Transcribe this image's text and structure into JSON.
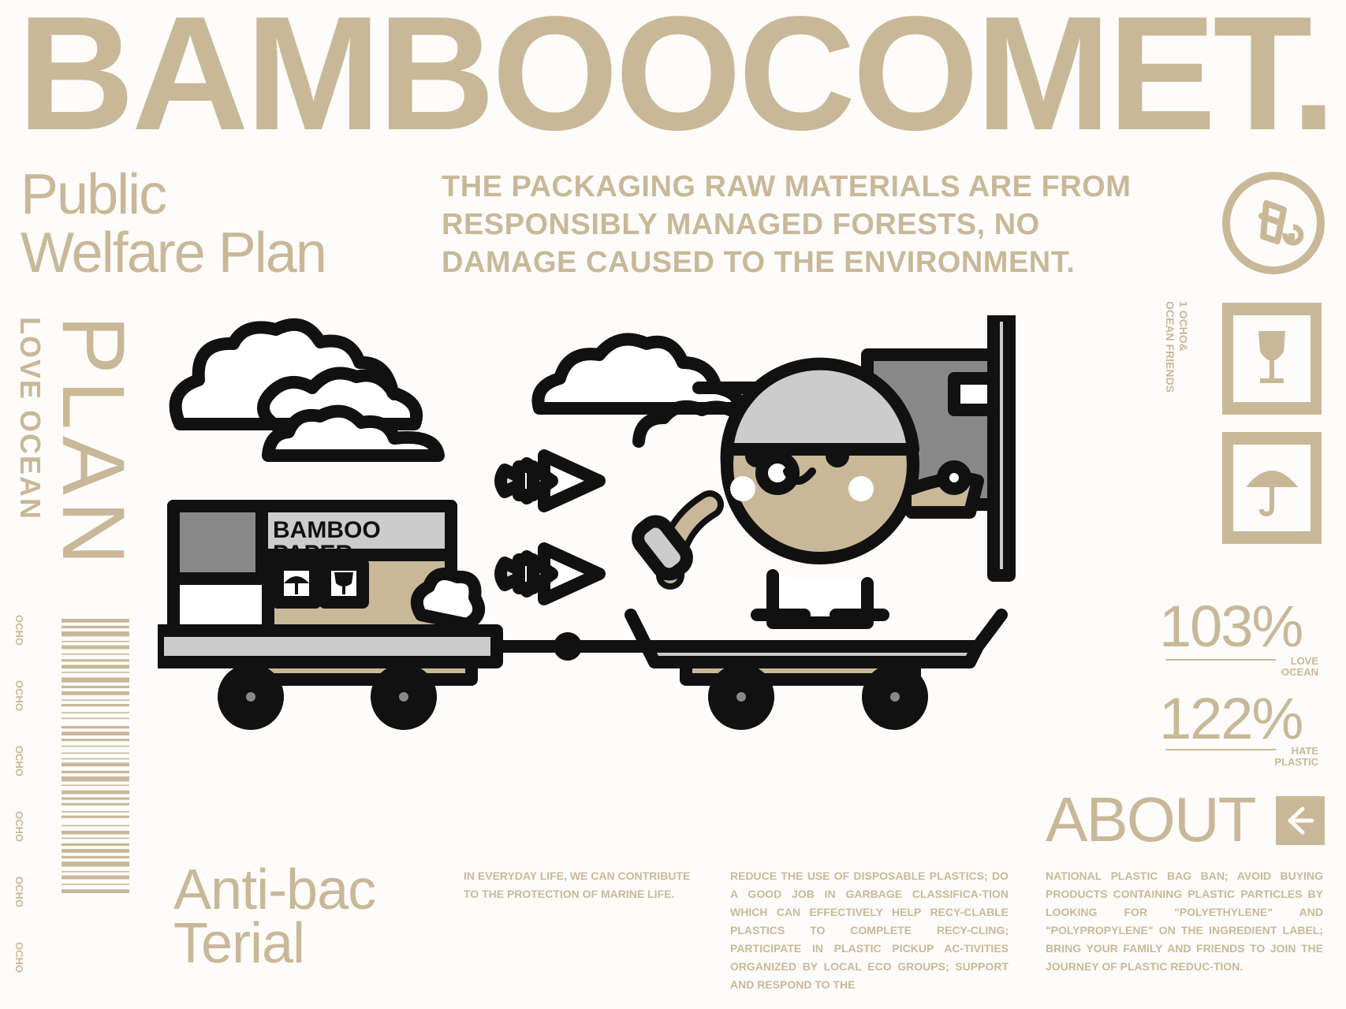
{
  "brand": {
    "title": "BAMBOOCOMET."
  },
  "subtitle": {
    "line1": "Public",
    "line2": "Welfare Plan"
  },
  "headline": {
    "line1": "THE PACKAGING RAW MATERIALS ARE FROM",
    "line2": "RESPONSIBLY MANAGED FORESTS, NO",
    "line3": "DAMAGE CAUSED TO THE ENVIRONMENT."
  },
  "vertical": {
    "plan": "PLAN",
    "love_ocean": "LOVE OCEAN",
    "ocho": "OCHO"
  },
  "right_vertical": {
    "line1": "1 OCHO&",
    "line2": "OCEAN FRIENDS"
  },
  "truck": {
    "sign_line1": "BAMBOO",
    "sign_line2": "PAPER."
  },
  "stats": [
    {
      "value": "103%",
      "label_line1": "LOVE",
      "label_line2": "OCEAN"
    },
    {
      "value": "122%",
      "label_line1": "HATE",
      "label_line2": "PLASTIC"
    }
  ],
  "about": {
    "label": "ABOUT"
  },
  "antibac": {
    "line1": "Anti-bac",
    "line2": "Terial"
  },
  "columns": {
    "col1": "IN EVERYDAY LIFE, WE CAN CONTRIBUTE TO THE PROTECTION OF MARINE LIFE.",
    "col2": "REDUCE THE USE OF DISPOSABLE PLASTICS; DO A GOOD JOB IN GARBAGE CLASSIFICA-TION WHICH CAN EFFECTIVELY HELP RECY-CLABLE PLASTICS TO COMPLETE RECY-CLING; PARTICIPATE IN PLASTIC PICKUP AC-TIVITIES ORGANIZED BY LOCAL ECO GROUPS; SUPPORT AND RESPOND TO THE",
    "col3": "NATIONAL PLASTIC BAG BAN; AVOID BUYING PRODUCTS CONTAINING PLASTIC PARTICLES BY LOOKING FOR \"POLYETHYLENE\" AND \"POLYPROPYLENE\" ON THE INGREDIENT LABEL; BRING YOUR FAMILY AND FRIENDS TO JOIN THE JOURNEY OF PLASTIC REDUC-TION."
  },
  "colors": {
    "tan": "#c9b898",
    "dark": "#111111",
    "grey": "#cfcfcf",
    "midgrey": "#888888"
  },
  "icons": [
    "recycle-cup-icon",
    "fragile-glass-icon",
    "keep-dry-umbrella-icon",
    "back-arrow-icon",
    "barcode",
    "skater-mascot",
    "cloud-icon",
    "fish-icon",
    "truck-illustration"
  ]
}
